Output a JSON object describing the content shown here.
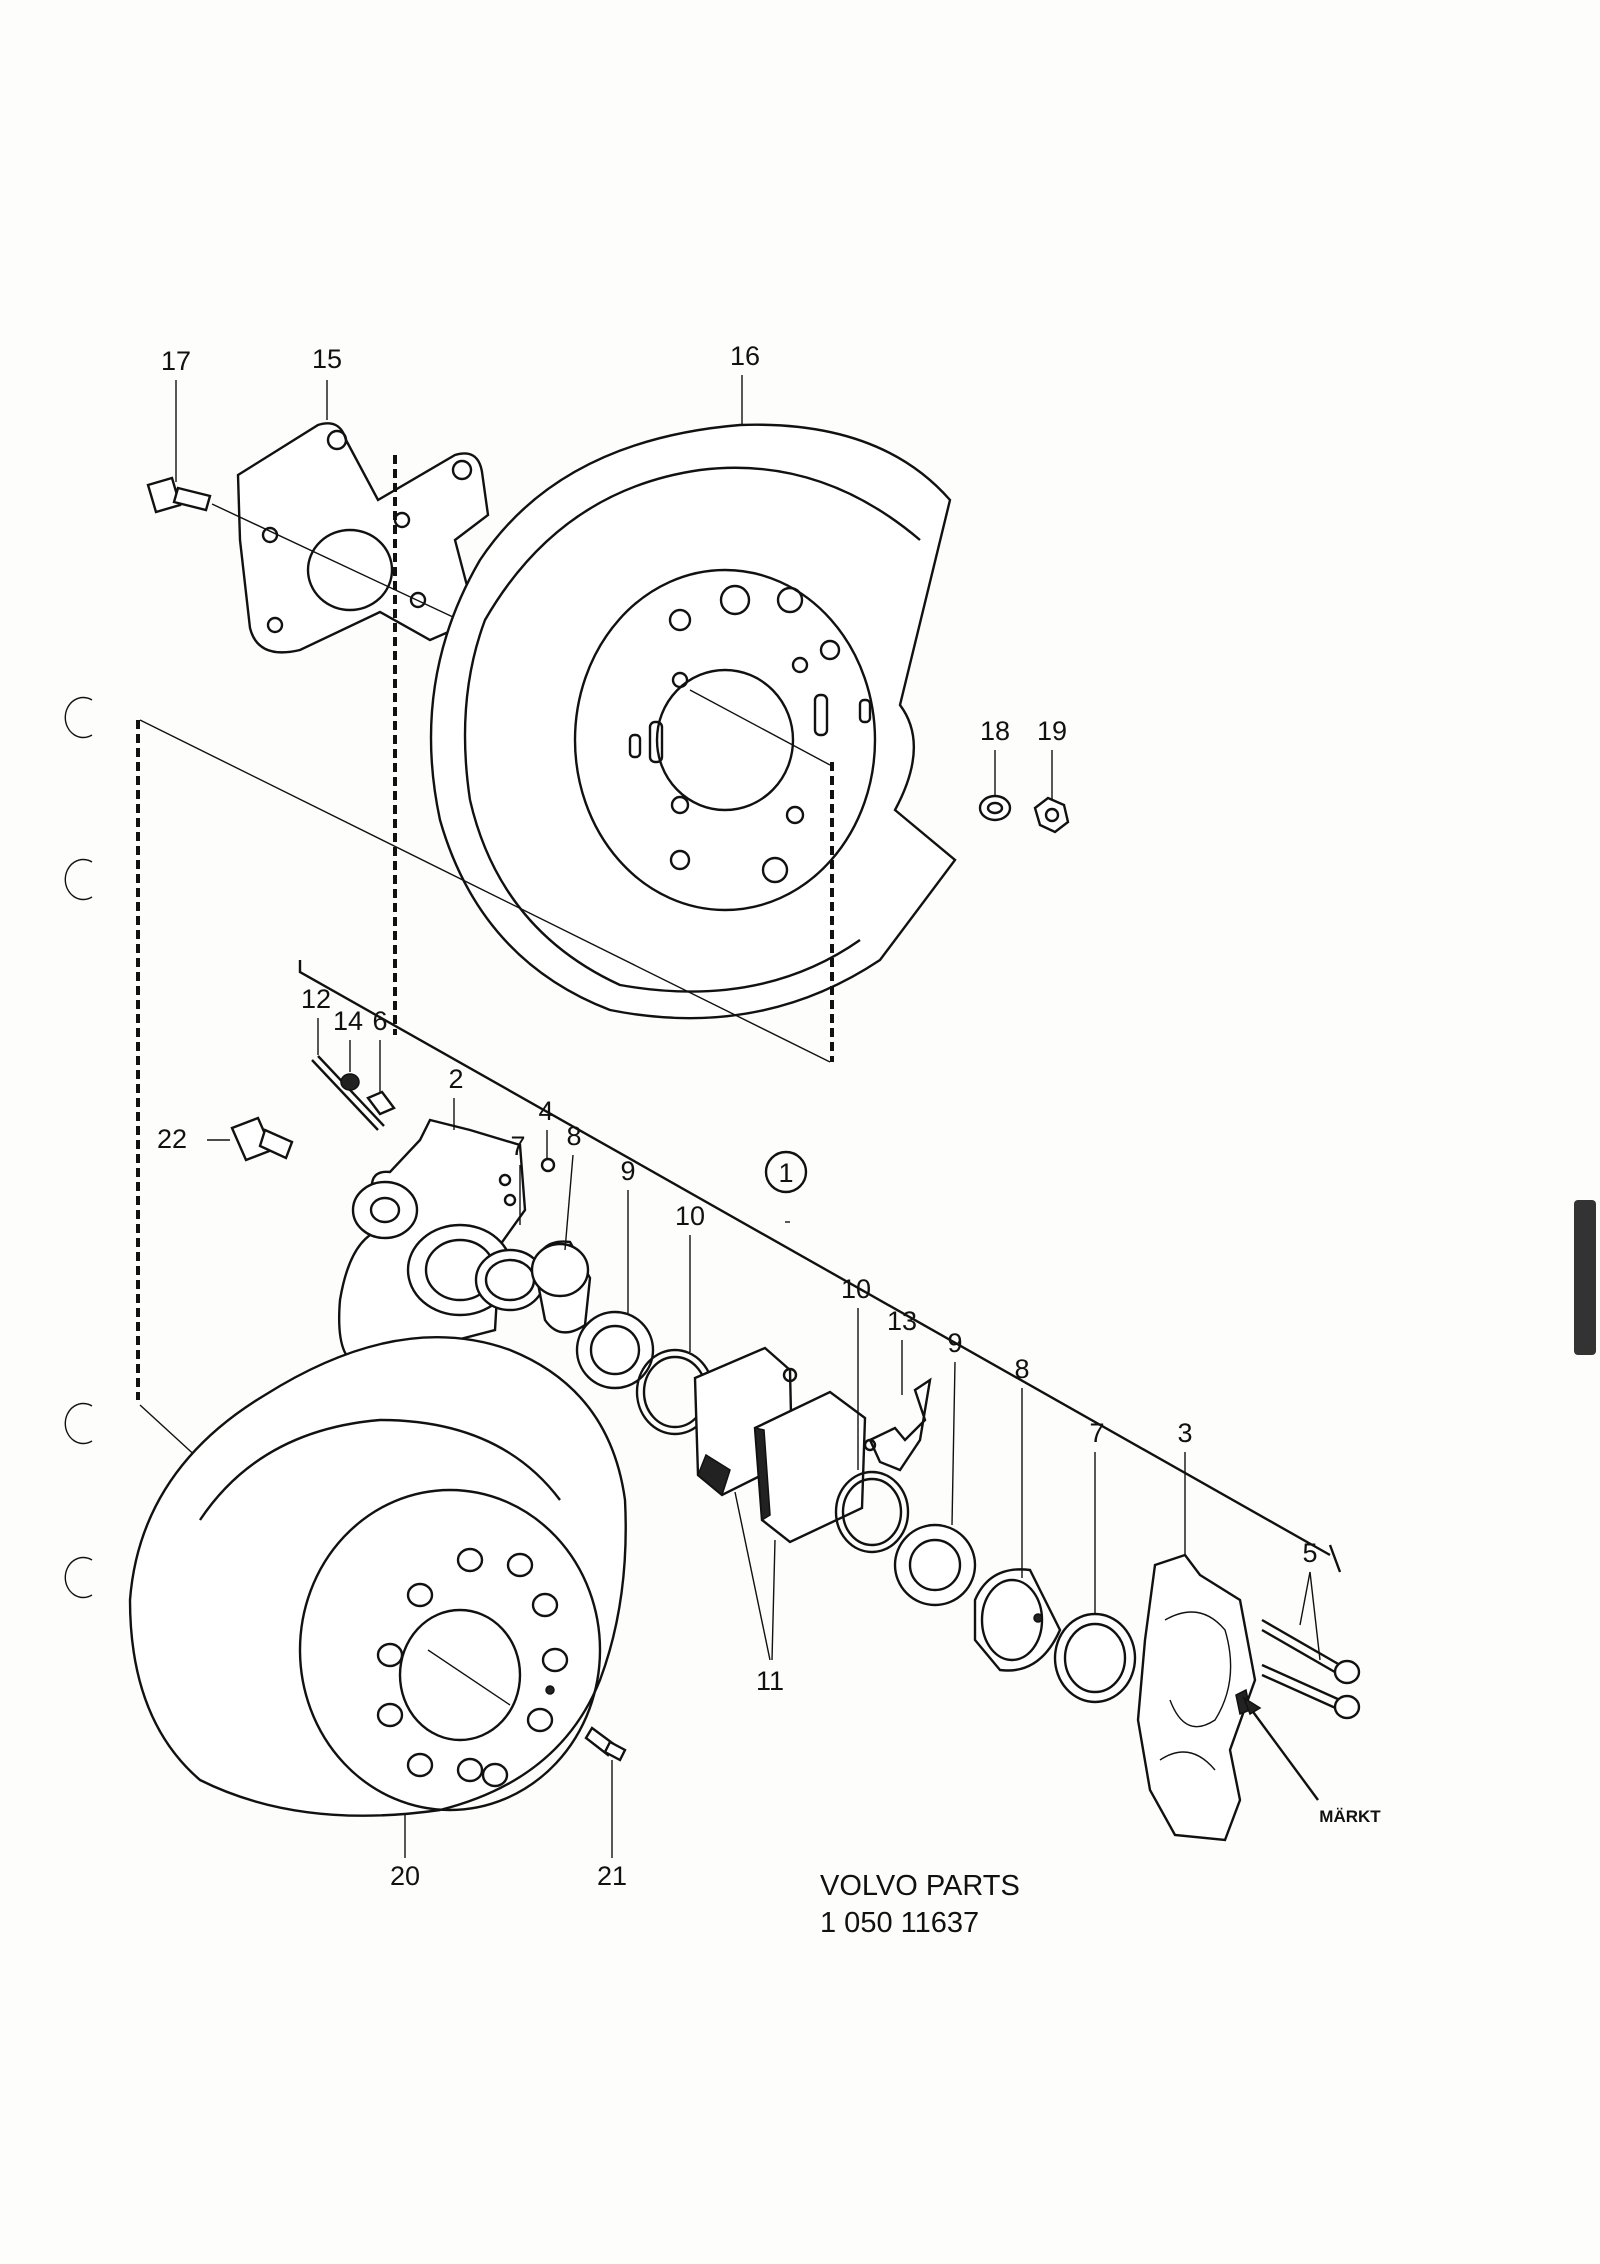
{
  "callouts": {
    "c17": "17",
    "c15": "15",
    "c16": "16",
    "c18": "18",
    "c19": "19",
    "c12": "12",
    "c14": "14",
    "c6": "6",
    "c2": "2",
    "c22": "22",
    "c7a": "7",
    "c4": "4",
    "c8a": "8",
    "c9a": "9",
    "c10a": "10",
    "c1": "1",
    "c10b": "10",
    "c13": "13",
    "c9b": "9",
    "c8b": "8",
    "c7b": "7",
    "c3": "3",
    "c5": "5",
    "c11": "11",
    "c20": "20",
    "c21": "21"
  },
  "marker_label": "MÄRKT",
  "caption": {
    "line1": "VOLVO PARTS",
    "line2": "1 050 11637"
  }
}
